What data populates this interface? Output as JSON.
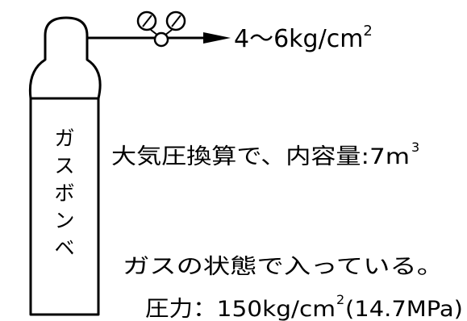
{
  "cylinder": {
    "label_chars": [
      "ガ",
      "ス",
      "ボ",
      "ン",
      "ベ"
    ]
  },
  "outlet_pressure": {
    "text": "4～6kg/cm",
    "sup": "2"
  },
  "volume_note": {
    "text": "大気圧換算で、内容量:7m",
    "sup": "3"
  },
  "state_note": {
    "text": "ガスの状態で入っている。"
  },
  "fill_pressure": {
    "prefix": "圧力：150kg/cm",
    "sup": "2",
    "suffix": "(14.7MPa)"
  }
}
